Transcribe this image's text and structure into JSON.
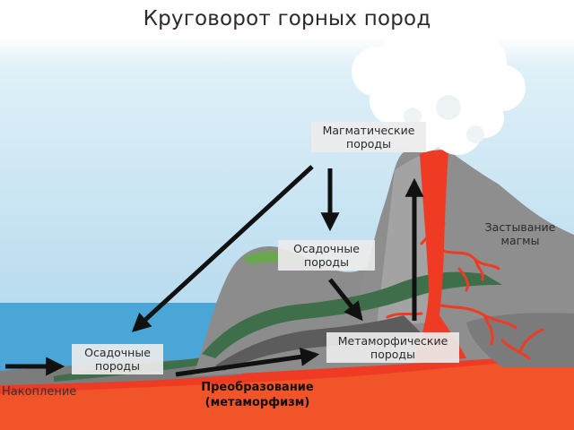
{
  "title": "Круговорот горных пород",
  "labels": {
    "magmatic": [
      "Магматические",
      "породы"
    ],
    "sedimentary_mountain": [
      "Осадочные",
      "породы"
    ],
    "sedimentary_sea": [
      "Осадочные",
      "породы"
    ],
    "metamorphic": [
      "Метаморфические",
      "породы"
    ],
    "solidification": [
      "Застывание",
      "магмы"
    ],
    "accumulation": "Накопление",
    "transformation": [
      "Преобразование",
      "(метаморфизм)"
    ]
  },
  "colors": {
    "sky": "#c3e2f2",
    "sea": "#4aa6d6",
    "rock": "#8e8e8e",
    "rock_dark": "#6b6b6b",
    "green_layer": "#3f6e4a",
    "lava": "#ef3b24",
    "lava_orange": "#f26a2e",
    "cloud": "#ffffff",
    "arrow": "#111111"
  }
}
